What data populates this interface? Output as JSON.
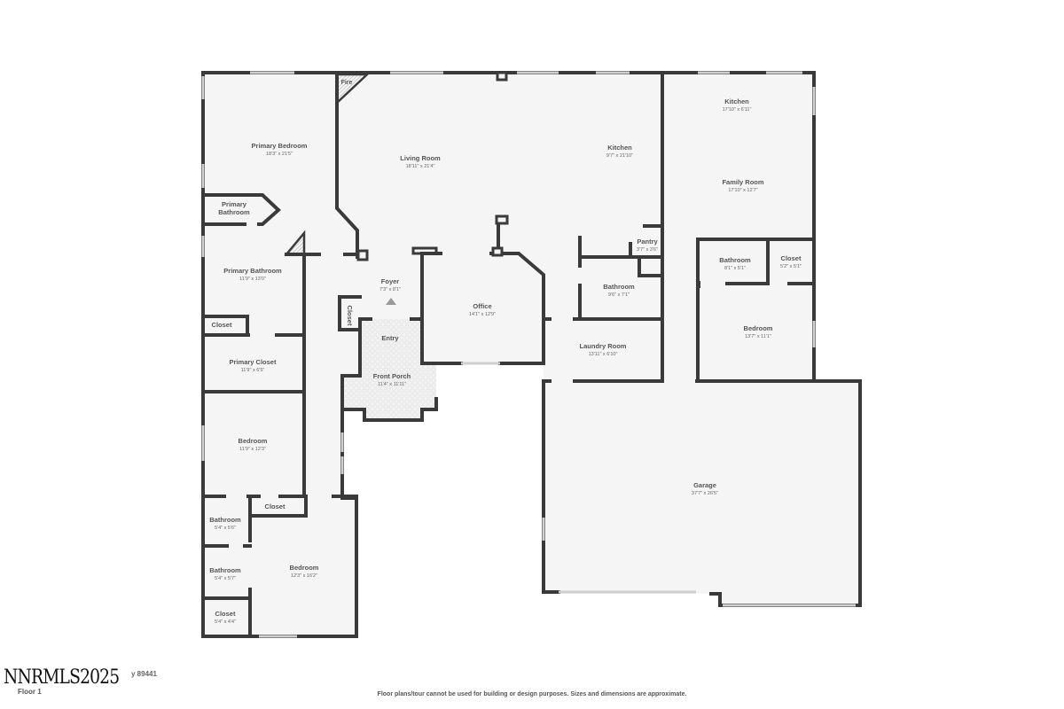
{
  "watermark": {
    "brand": "NNRMLS2025",
    "address_tail": "y 89441"
  },
  "floor": {
    "name": "Floor 1"
  },
  "disclaimer": "Floor plans/tour cannot be used for building or design purposes. Sizes and dimensions are approximate.",
  "colors": {
    "wall": "#3a3a3a",
    "floor": "#f5f5f5",
    "label": "#555555",
    "window": "#cfcfcf"
  },
  "rooms": [
    {
      "id": "primary-bedroom",
      "name": "Primary Bedroom",
      "dims": "18'3\" x 21'5\""
    },
    {
      "id": "fire",
      "name": "Fire",
      "dims": ""
    },
    {
      "id": "living-room",
      "name": "Living Room",
      "dims": "18'11\" x 21'4\""
    },
    {
      "id": "kitchen-1",
      "name": "Kitchen",
      "dims": "9'7\" x 21'10\""
    },
    {
      "id": "kitchen-2",
      "name": "Kitchen",
      "dims": "17'10\" x 6'11\""
    },
    {
      "id": "family-room",
      "name": "Family Room",
      "dims": "17'10\" x 12'7\""
    },
    {
      "id": "primary-bathroom-small",
      "name_line1": "Primary",
      "name_line2": "Bathroom",
      "dims": ""
    },
    {
      "id": "primary-bathroom",
      "name": "Primary Bathroom",
      "dims": "11'9\" x 13'0\""
    },
    {
      "id": "closet-primary",
      "name": "Closet",
      "dims": ""
    },
    {
      "id": "primary-closet",
      "name": "Primary Closet",
      "dims": "11'9\" x 6'5\""
    },
    {
      "id": "foyer",
      "name": "Foyer",
      "dims": "7'3\" x 8'1\""
    },
    {
      "id": "closet-foyer",
      "name": "Closet",
      "dims": ""
    },
    {
      "id": "entry",
      "name": "Entry",
      "dims": ""
    },
    {
      "id": "front-porch",
      "name": "Front Porch",
      "dims": "11'4\" x 11'11\""
    },
    {
      "id": "office",
      "name": "Office",
      "dims": "14'1\" x 12'9\""
    },
    {
      "id": "pantry",
      "name": "Pantry",
      "dims": "3'7\" x 3'6\""
    },
    {
      "id": "bathroom-center",
      "name": "Bathroom",
      "dims": "9'6\" x 7'1\""
    },
    {
      "id": "laundry-room",
      "name": "Laundry Room",
      "dims": "13'11\" x 6'10\""
    },
    {
      "id": "bathroom-east",
      "name": "Bathroom",
      "dims": "8'1\" x 5'1\""
    },
    {
      "id": "closet-east",
      "name": "Closet",
      "dims": "5'2\" x 5'1\""
    },
    {
      "id": "bedroom-east",
      "name": "Bedroom",
      "dims": "13'7\" x 11'1\""
    },
    {
      "id": "bedroom-west",
      "name": "Bedroom",
      "dims": "11'9\" x 12'3\""
    },
    {
      "id": "closet-sw",
      "name": "Closet",
      "dims": ""
    },
    {
      "id": "bathroom-sw-1",
      "name": "Bathroom",
      "dims": "5'4\" x 5'6\""
    },
    {
      "id": "bathroom-sw-2",
      "name": "Bathroom",
      "dims": "5'4\" x 5'7\""
    },
    {
      "id": "closet-sw-2",
      "name": "Closet",
      "dims": "5'4\" x 4'4\""
    },
    {
      "id": "bedroom-sw",
      "name": "Bedroom",
      "dims": "12'3\" x 16'2\""
    },
    {
      "id": "garage",
      "name": "Garage",
      "dims": "37'7\" x 26'5\""
    }
  ]
}
